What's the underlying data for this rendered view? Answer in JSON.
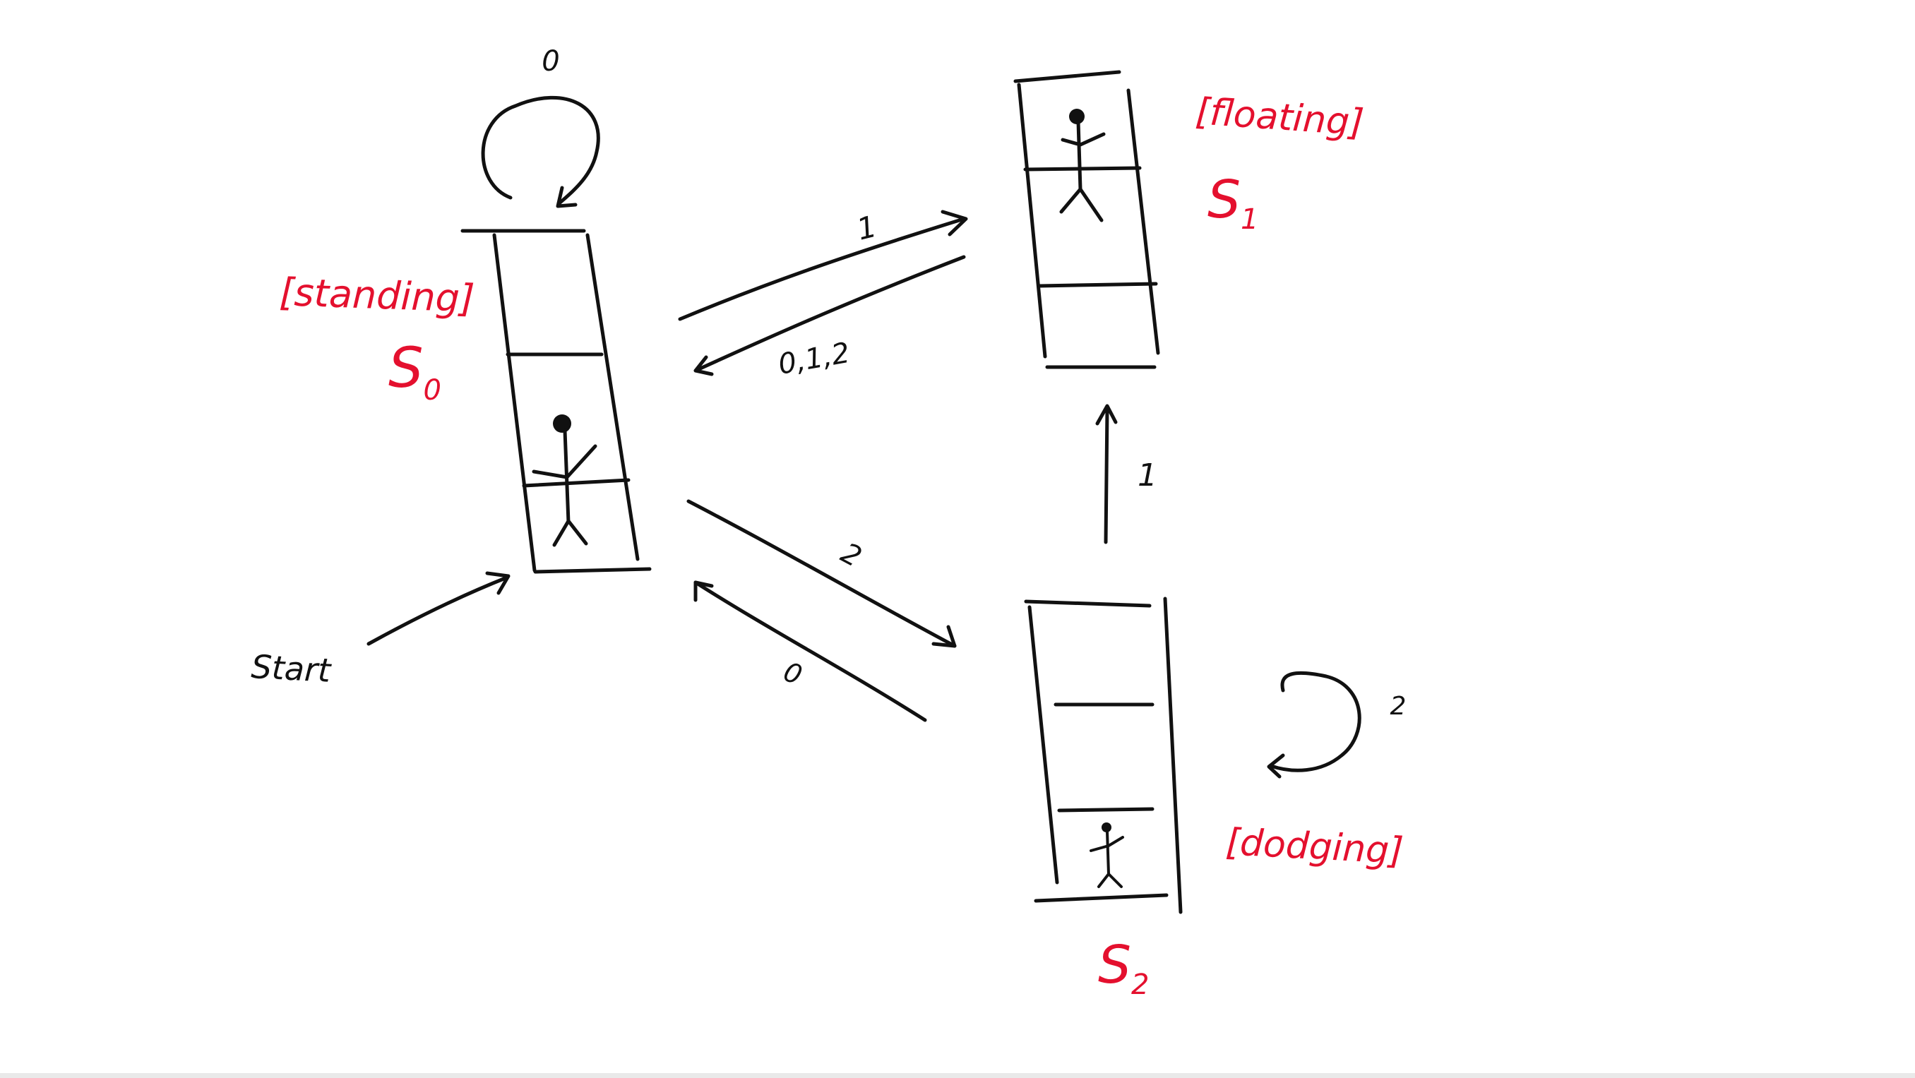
{
  "states": [
    {
      "id": "S0",
      "symbol": "S",
      "subscript": "0",
      "tag": "[standing]"
    },
    {
      "id": "S1",
      "symbol": "S",
      "subscript": "1",
      "tag": "[floating]"
    },
    {
      "id": "S2",
      "symbol": "S",
      "subscript": "2",
      "tag": "[dodging]"
    }
  ],
  "start_label": "Start",
  "transitions": {
    "s0_self": "0",
    "s0_to_s1": "1",
    "s1_to_s0": "0,1,2",
    "s0_to_s2": "2",
    "s2_to_s0": "0",
    "s2_to_s1": "1",
    "s2_self": "2"
  },
  "colors": {
    "ink": "#111111",
    "accent": "#e4102e"
  }
}
